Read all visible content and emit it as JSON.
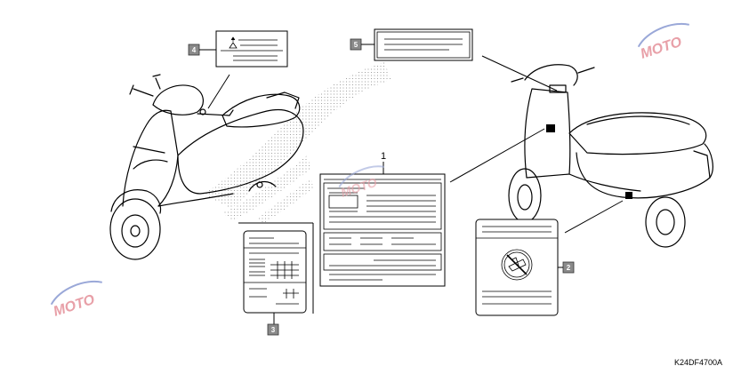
{
  "diagram": {
    "part_number_label": "1",
    "callouts": [
      {
        "id": "callout-2",
        "label": "2"
      },
      {
        "id": "callout-3",
        "label": "3"
      },
      {
        "id": "callout-4",
        "label": "4"
      },
      {
        "id": "callout-5",
        "label": "5"
      }
    ],
    "diagram_code": "K24DF4700A",
    "watermark": {
      "text": "MOTO",
      "colors": {
        "primary": "#e8a0a8",
        "secondary": "#9aa8d8"
      }
    }
  }
}
